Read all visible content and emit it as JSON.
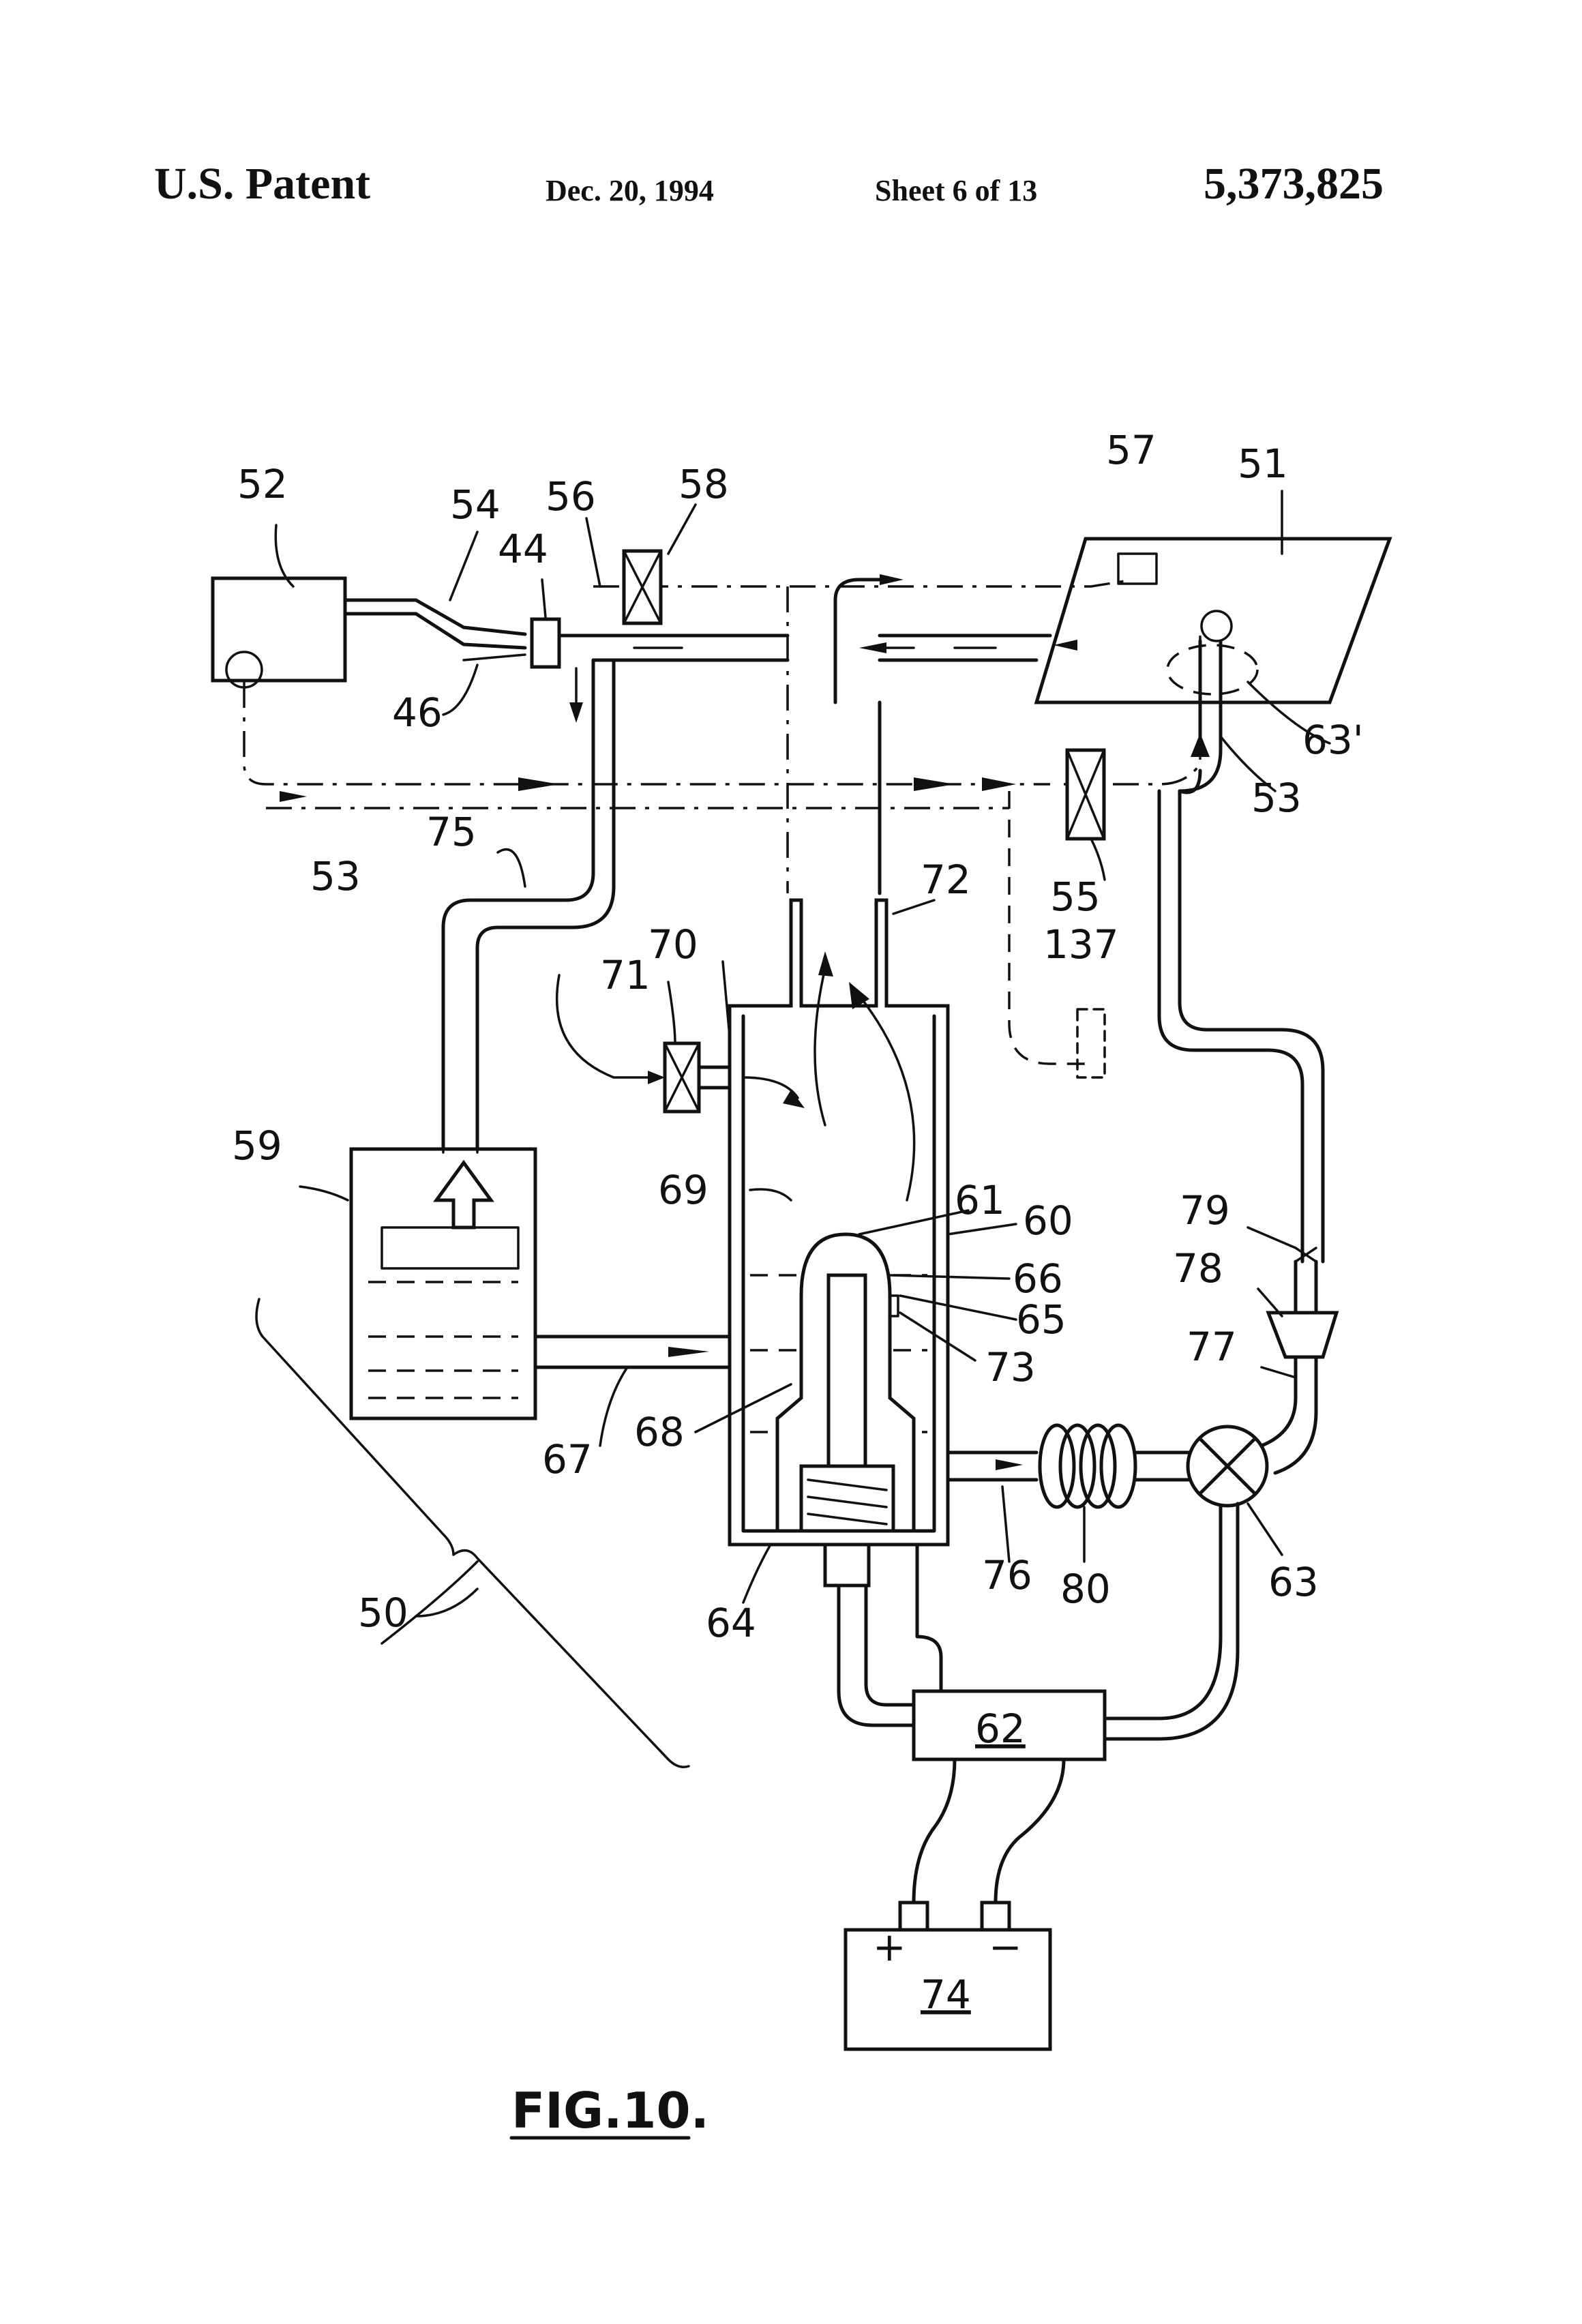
{
  "header": {
    "left": "U.S. Patent",
    "date": "Dec. 20, 1994",
    "sheet": "Sheet 6 of 13",
    "number": "5,373,825"
  },
  "figure": {
    "caption": "FIG.10.",
    "labels": {
      "l50": "50",
      "l51": "51",
      "l52": "52",
      "l53a": "53",
      "l53b": "53",
      "l54": "54",
      "l55": "55",
      "l56": "56",
      "l57": "57",
      "l58": "58",
      "l59": "59",
      "l60": "60",
      "l61": "61",
      "l62": "62",
      "l63": "63",
      "l63p": "63'",
      "l64": "64",
      "l65": "65",
      "l66": "66",
      "l67": "67",
      "l68": "68",
      "l69": "69",
      "l70": "70",
      "l71": "71",
      "l72": "72",
      "l73": "73",
      "l74": "74",
      "l75": "75",
      "l76": "76",
      "l77": "77",
      "l78": "78",
      "l79": "79",
      "l80": "80",
      "l44": "44",
      "l46": "46",
      "l137": "137",
      "plus": "+",
      "minus": "−"
    }
  }
}
